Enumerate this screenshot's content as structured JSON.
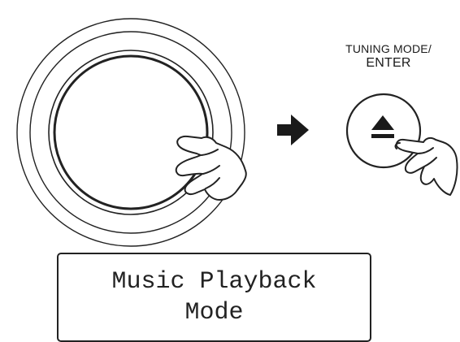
{
  "button": {
    "label_line1": "TUNING MODE/",
    "label_line2": "ENTER",
    "icon": "eject-icon"
  },
  "display": {
    "line1": "Music Playback",
    "line2": "Mode"
  },
  "icons": {
    "knob": "rotary-knob-icon",
    "arrow": "right-arrow-icon",
    "hand": "pointing-hand-icon"
  },
  "colors": {
    "stroke": "#222222",
    "background": "#ffffff"
  }
}
